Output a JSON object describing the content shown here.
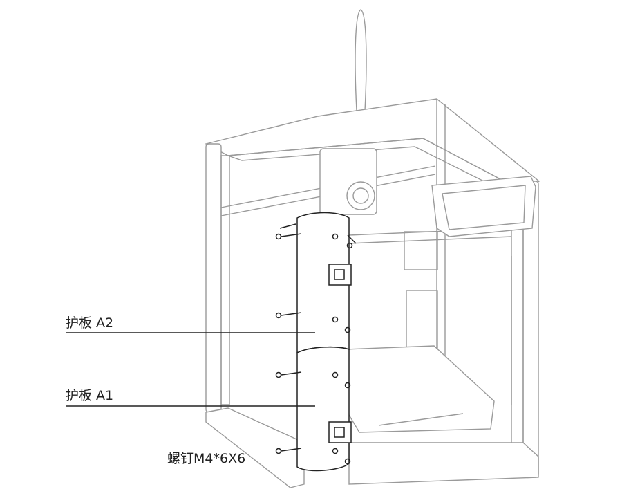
{
  "labels": {
    "panel_a2": "护板 A2",
    "panel_a1": "护板 A1",
    "screw": "螺钉M4*6X6"
  },
  "colors": {
    "frame": "#9a9a9a",
    "highlight": "#222222"
  }
}
